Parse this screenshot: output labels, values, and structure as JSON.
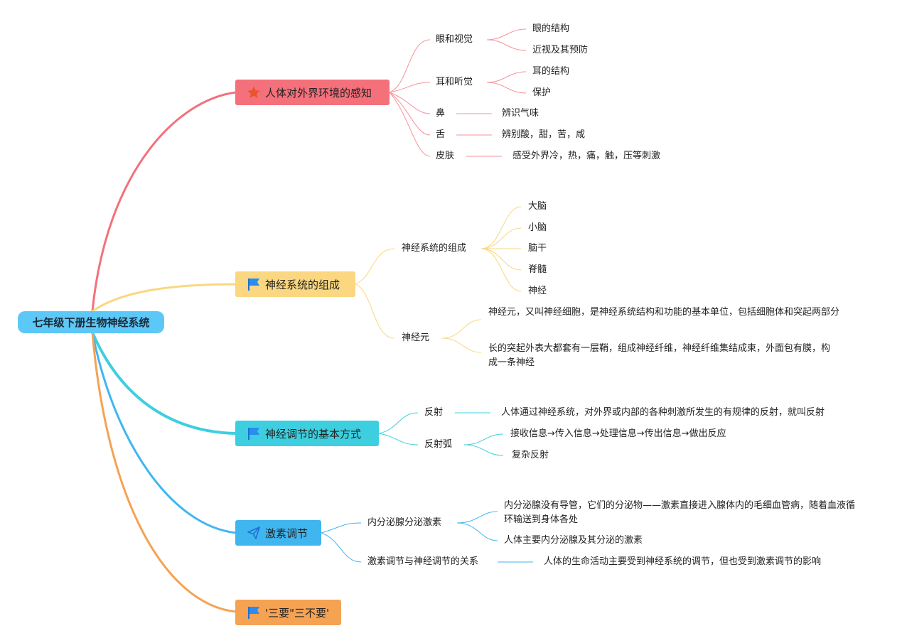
{
  "root": "七年级下册生物神经系统",
  "colors": {
    "root": "#5cc8f7",
    "b1": "#f4707b",
    "b2": "#fad780",
    "b3": "#3dcfdf",
    "b4": "#40b6f1",
    "b5": "#f5a253"
  },
  "icons": {
    "b1": "star-icon",
    "b2": "flag-icon",
    "b3": "flag-icon",
    "b4": "paper-plane-icon",
    "b5": "flag-icon"
  },
  "b1": {
    "title": "人体对外界环境的感知",
    "eye": "眼和视觉",
    "eye_c1": "眼的结构",
    "eye_c2": "近视及其预防",
    "ear": "耳和听觉",
    "ear_c1": "耳的结构",
    "ear_c2": "保护",
    "nose": "鼻",
    "nose_c": "辨识气味",
    "tongue": "舌",
    "tongue_c": "辨别酸，甜，苦，咸",
    "skin": "皮肤",
    "skin_c": "感受外界冷，热，痛，触，压等刺激"
  },
  "b2": {
    "title": "神经系统的组成",
    "comp": "神经系统的组成",
    "comp_items": [
      "大脑",
      "小脑",
      "脑干",
      "脊髓",
      "神经"
    ],
    "neuron": "神经元",
    "neuron_c1": "神经元，又叫神经细胞，是神经系统结构和功能的基本单位，包括细胞体和突起两部分",
    "neuron_c2": "长的突起外表大都套有一层鞘，组成神经纤维，神经纤维集结成束，外面包有膜，构成一条神经"
  },
  "b3": {
    "title": "神经调节的基本方式",
    "reflex": "反射",
    "reflex_c": "人体通过神经系统，对外界或内部的各种刺激所发生的有规律的反射，就叫反射",
    "arc": "反射弧",
    "arc_c1": "接收信息→传入信息→处理信息→传出信息→做出反应",
    "arc_c2": "复杂反射"
  },
  "b4": {
    "title": "激素调节",
    "endo": "内分泌腺分泌激素",
    "endo_c1": "内分泌腺没有导管，它们的分泌物——激素直接进入腺体内的毛细血管病，随着血液循环输送到身体各处",
    "endo_c2": "人体主要内分泌腺及其分泌的激素",
    "rel": "激素调节与神经调节的关系",
    "rel_c": "人体的生命活动主要受到神经系统的调节，但也受到激素调节的影响"
  },
  "b5": {
    "title": "'三要\"三不要'"
  }
}
